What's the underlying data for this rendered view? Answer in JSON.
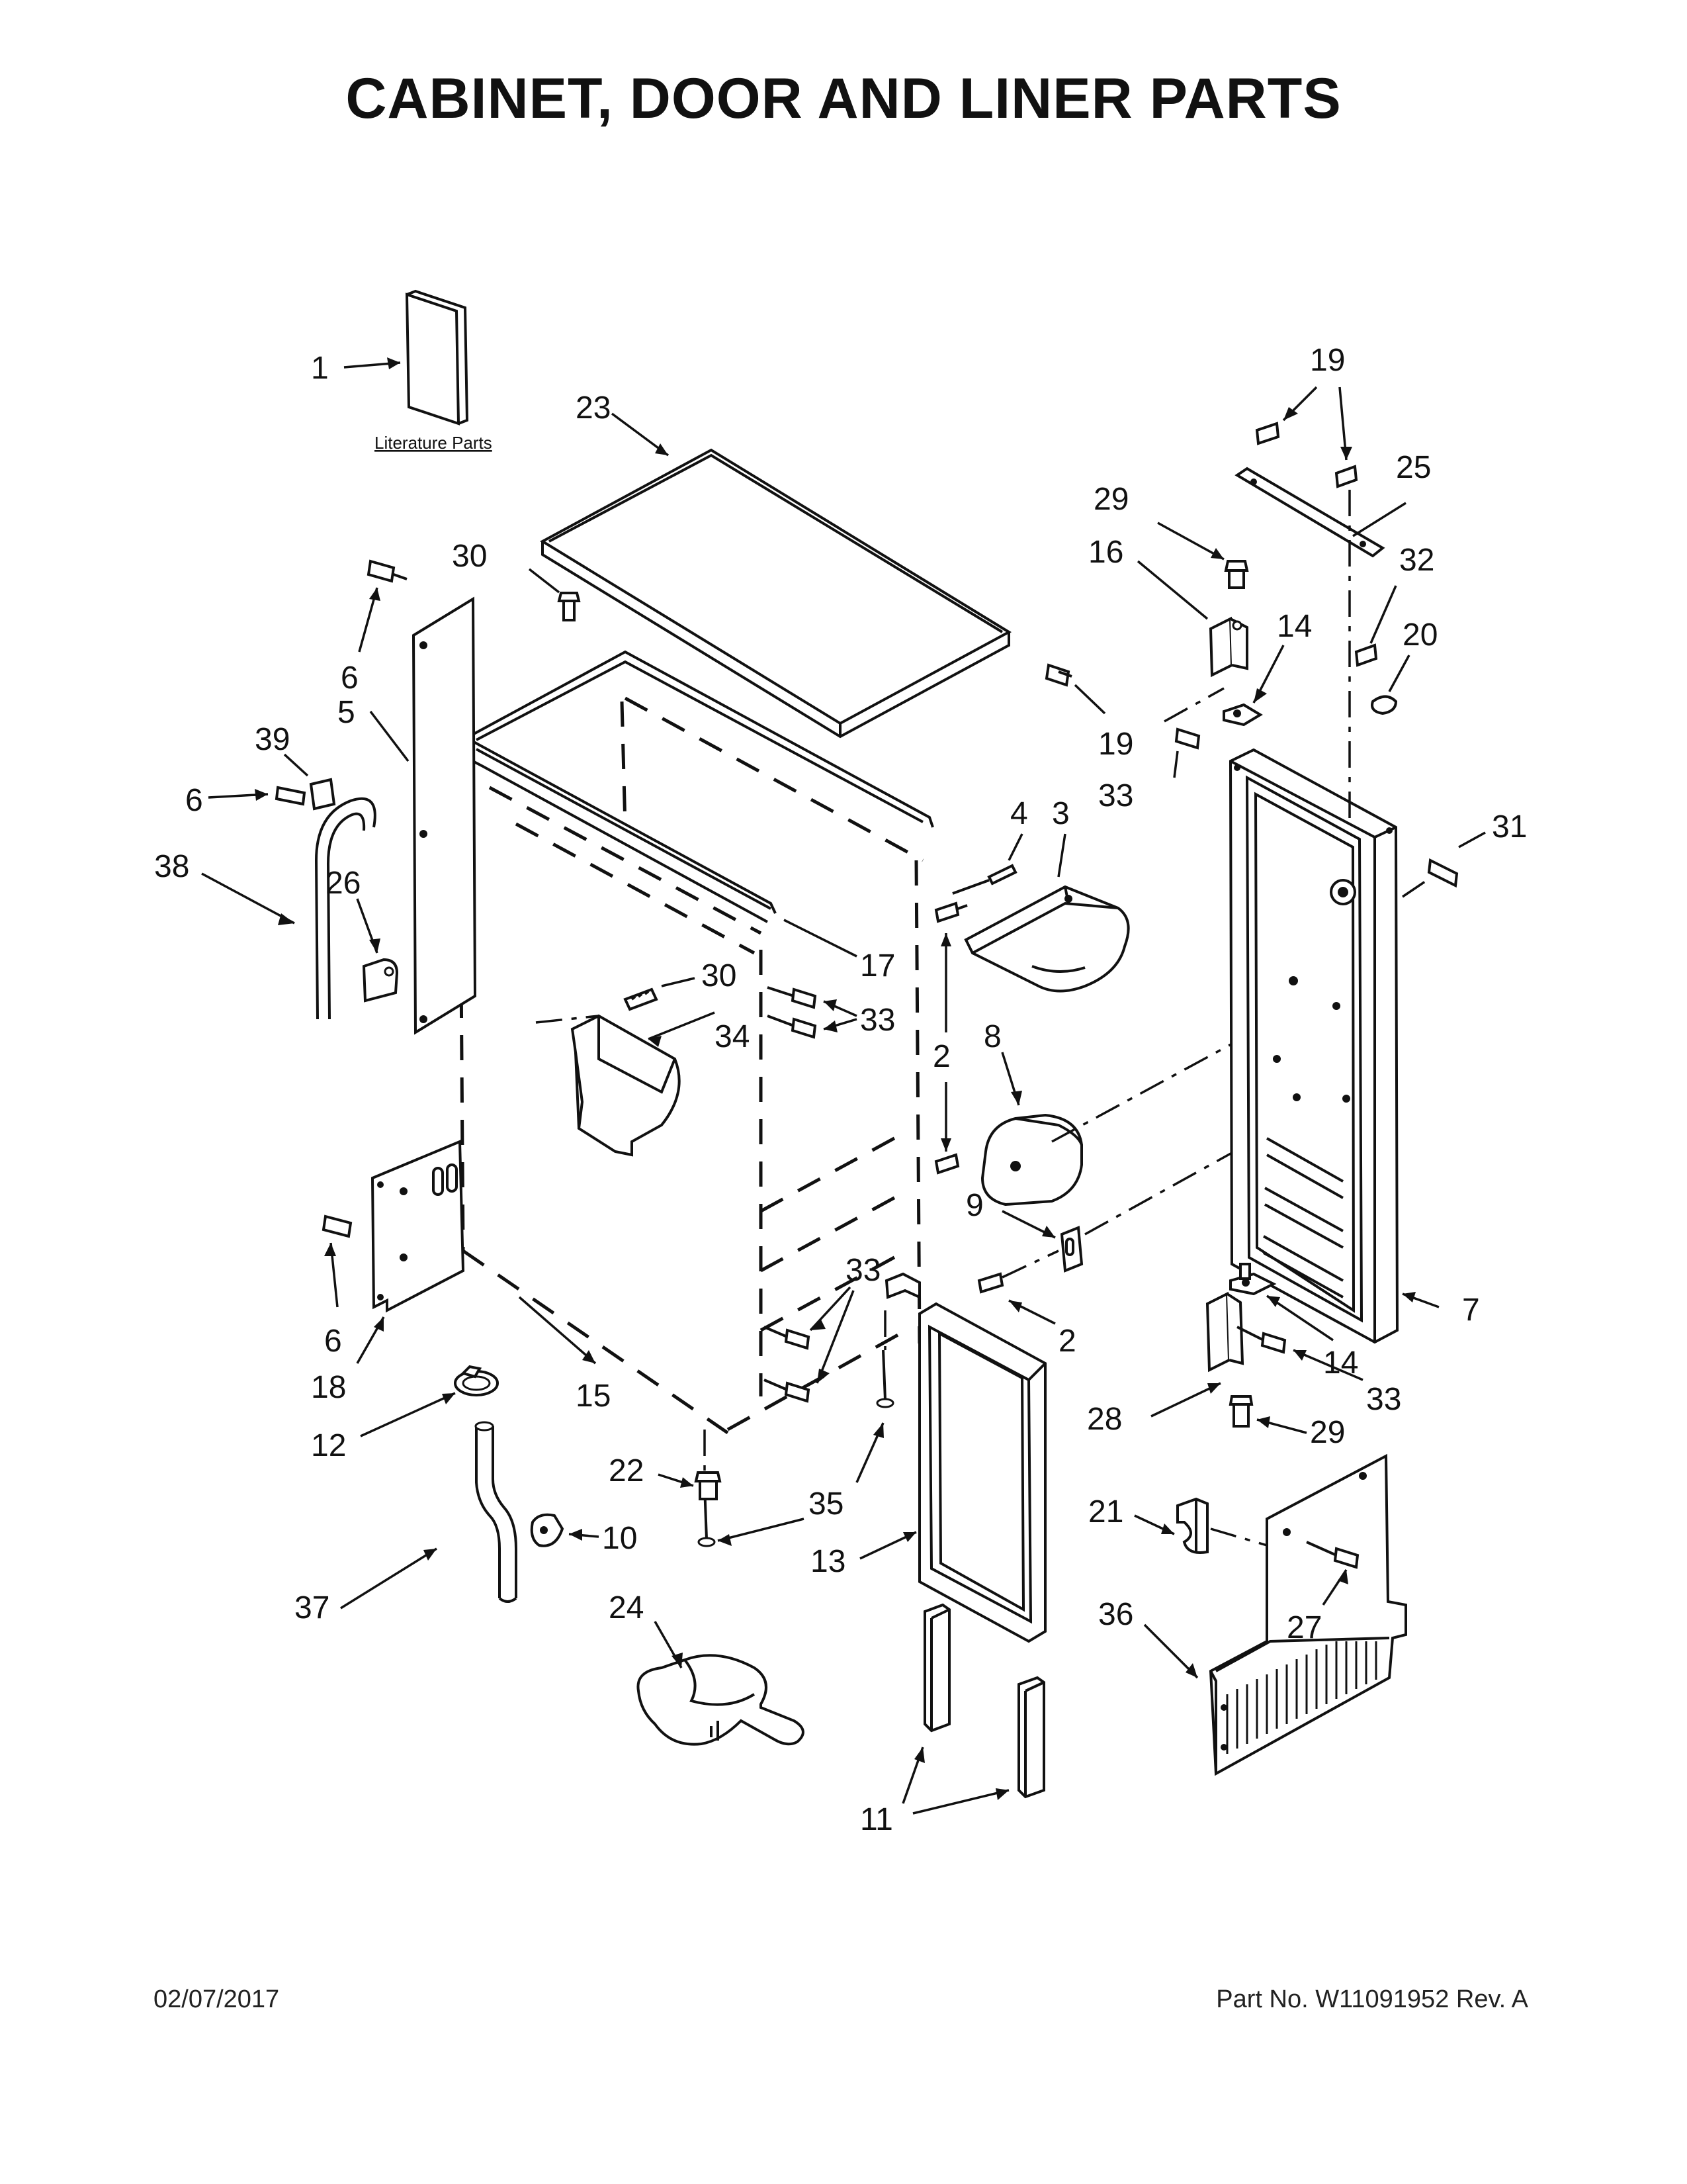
{
  "title": "CABINET, DOOR AND LINER PARTS",
  "footer": {
    "date": "02/07/2017",
    "part_number": "Part No.  W11091952  Rev.  A"
  },
  "literature_label": "Literature Parts",
  "callouts": {
    "c1": "1",
    "c2a": "2",
    "c2b": "2",
    "c3": "3",
    "c4": "4",
    "c5": "5",
    "c6a": "6",
    "c6b": "6",
    "c6c": "6",
    "c7": "7",
    "c8": "8",
    "c9": "9",
    "c10": "10",
    "c11": "11",
    "c12": "12",
    "c13": "13",
    "c14a": "14",
    "c14b": "14",
    "c15": "15",
    "c16": "16",
    "c17": "17",
    "c18": "18",
    "c19a": "19",
    "c19b": "19",
    "c20": "20",
    "c21": "21",
    "c22": "22",
    "c23": "23",
    "c24": "24",
    "c25": "25",
    "c26": "26",
    "c27": "27",
    "c28": "28",
    "c29a": "29",
    "c29b": "29",
    "c30a": "30",
    "c30b": "30",
    "c31": "31",
    "c32": "32",
    "c33a": "33",
    "c33b": "33",
    "c33c": "33",
    "c33d": "33",
    "c34": "34",
    "c35": "35",
    "c36": "36",
    "c37": "37",
    "c38": "38",
    "c39": "39"
  }
}
